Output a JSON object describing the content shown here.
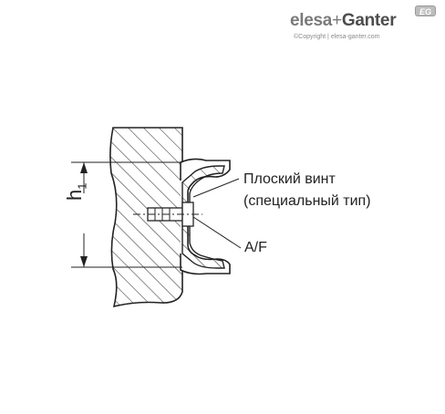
{
  "brand": {
    "name_part1": "elesa",
    "name_plus": "+",
    "name_part2": "Ganter",
    "copyright": "©Copyright | elesa-ganter.com",
    "badge": "EG"
  },
  "labels": {
    "screw_line1": "Плоский винт",
    "screw_line2": "(специальный тип)",
    "across_flats": "A/F",
    "dimension_h": "h",
    "dimension_h_sub": "1"
  },
  "colors": {
    "line": "#222222",
    "brand_dark": "#4d4d4d",
    "brand_light": "#7a7a7a",
    "badge_fill": "#bdbdbd"
  }
}
